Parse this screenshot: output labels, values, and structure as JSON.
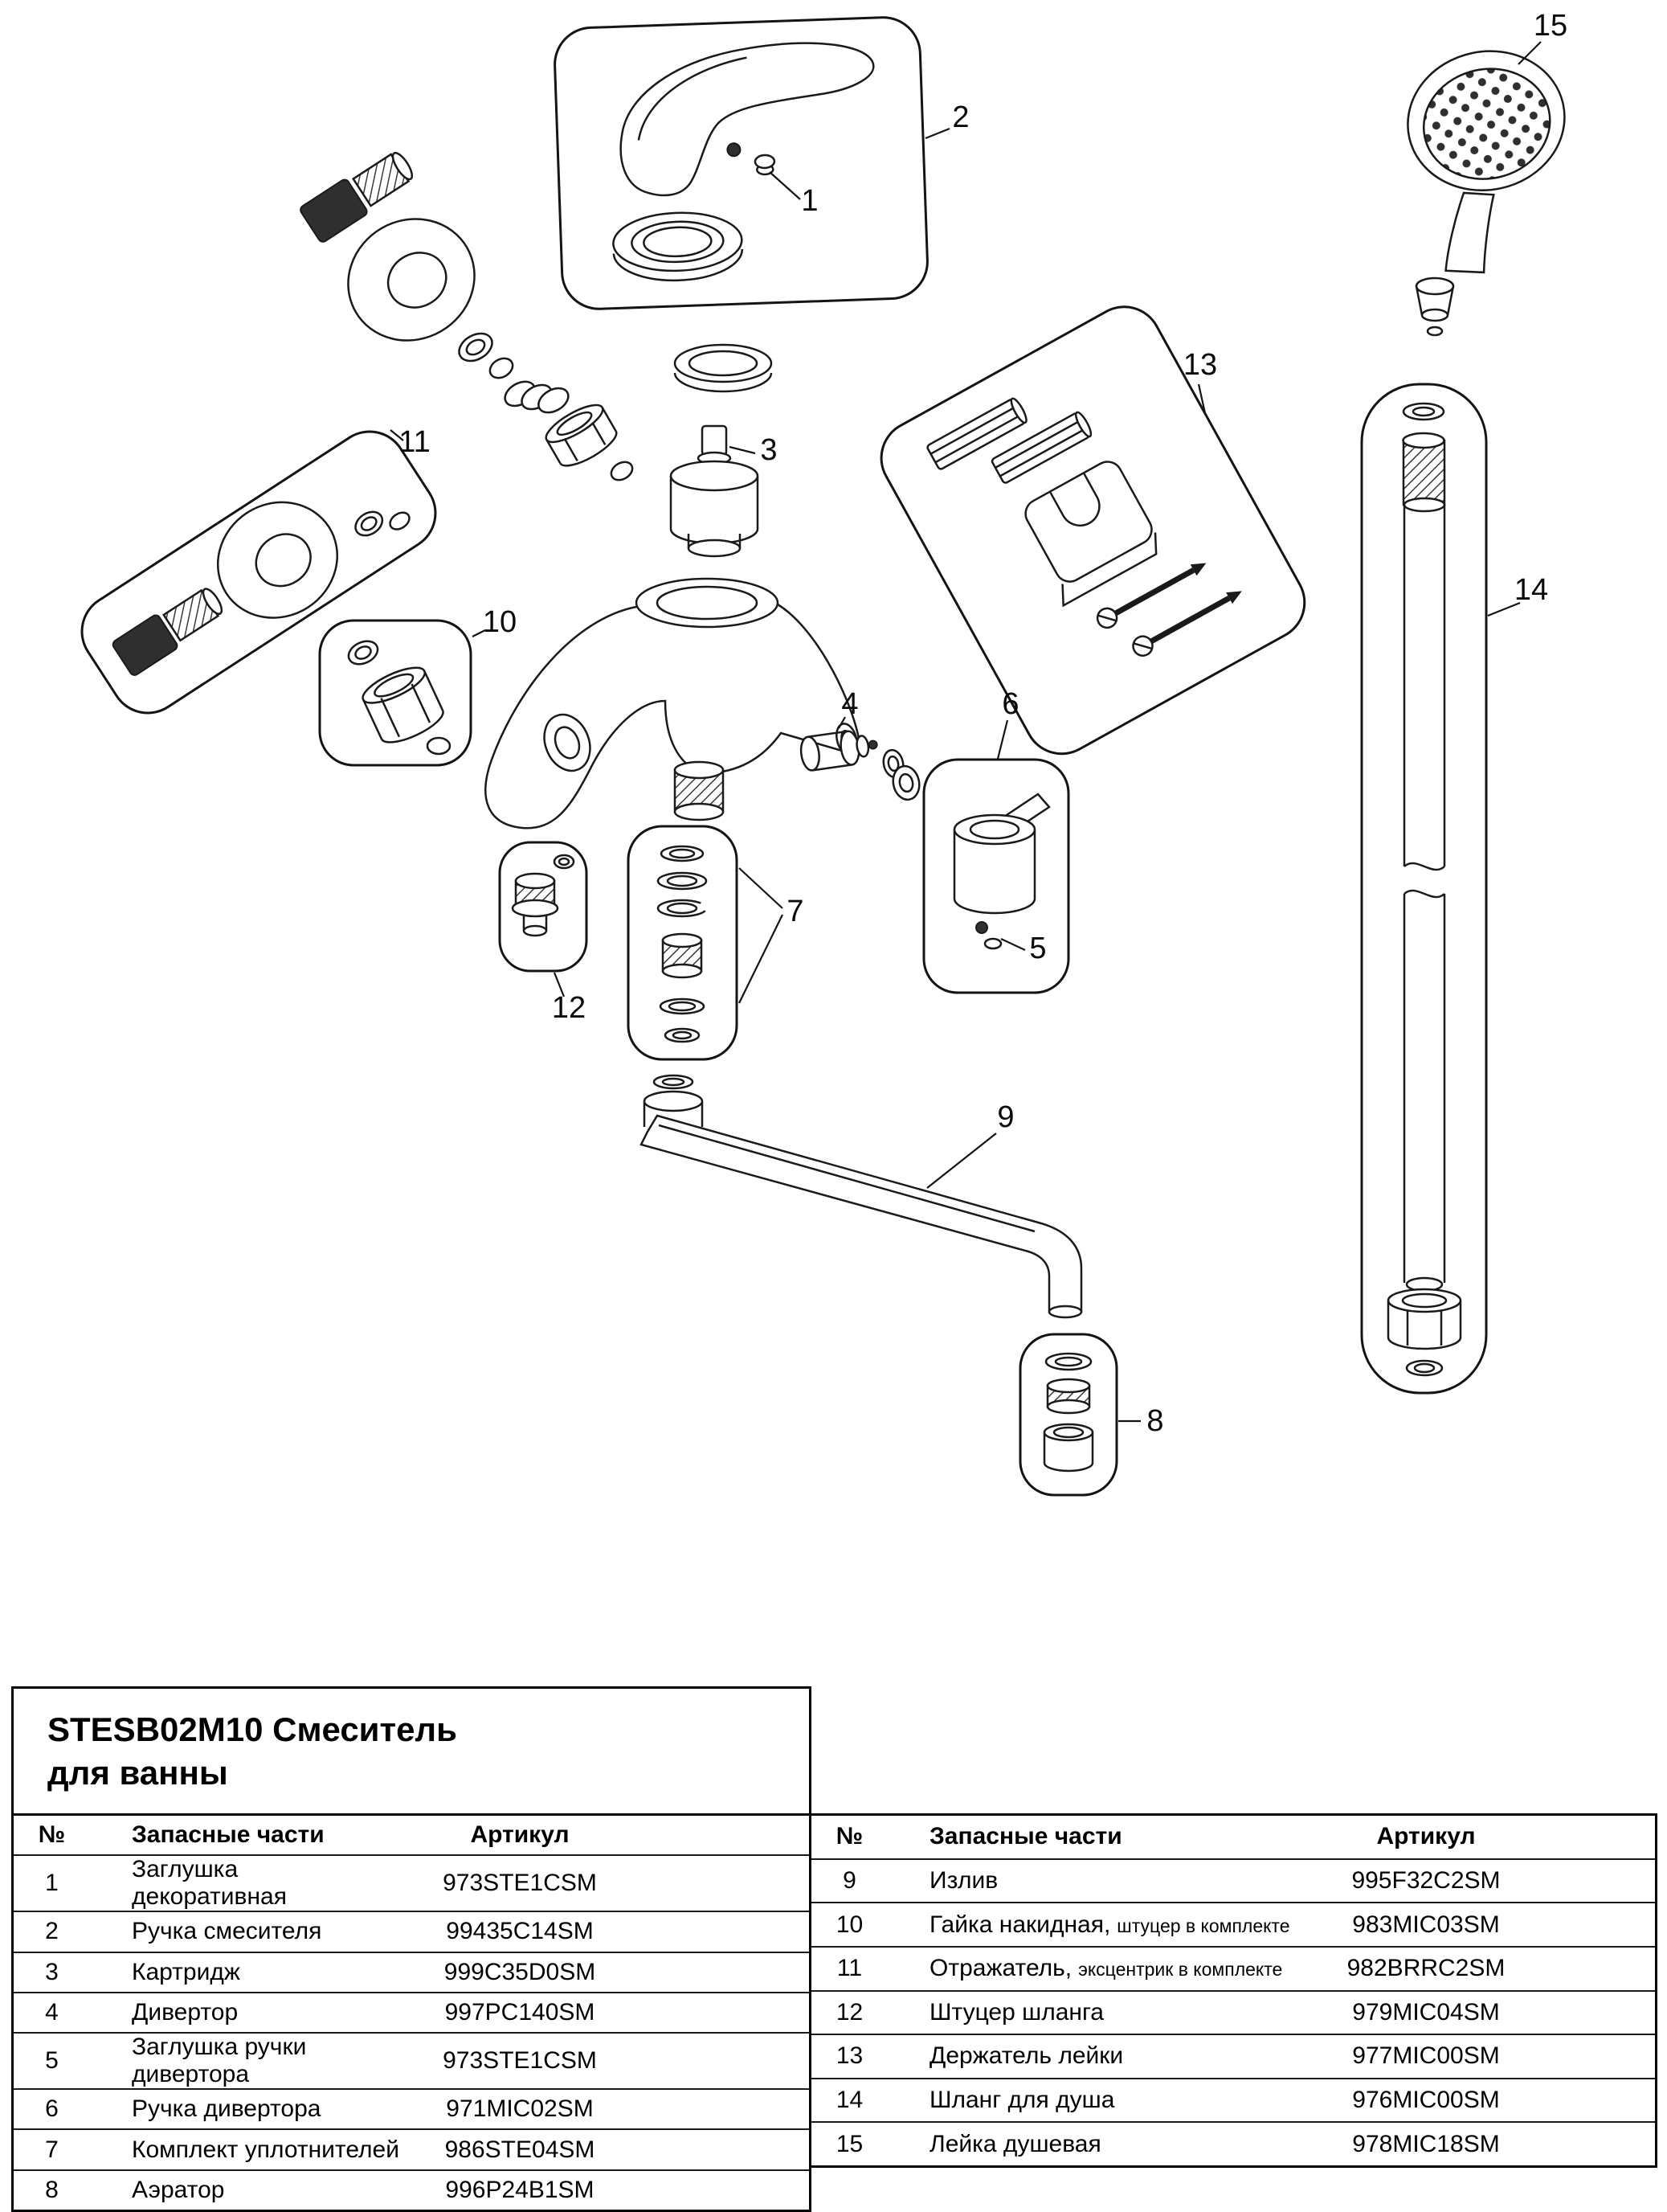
{
  "title": {
    "line1": "STESB02M10 Смеситель",
    "line2": "для ванны"
  },
  "diagram": {
    "callout_labels": [
      "1",
      "2",
      "3",
      "4",
      "5",
      "6",
      "7",
      "8",
      "9",
      "10",
      "11",
      "12",
      "13",
      "14",
      "15"
    ]
  },
  "table": {
    "headers": {
      "num": "№",
      "parts": "Запасные части",
      "article": "Артикул"
    },
    "left_rows": [
      {
        "num": "1",
        "name": "Заглушка декоративная",
        "article": "973STE1CSM"
      },
      {
        "num": "2",
        "name": "Ручка смесителя",
        "article": "99435C14SM"
      },
      {
        "num": "3",
        "name": "Картридж",
        "article": "999C35D0SM"
      },
      {
        "num": "4",
        "name": "Дивертор",
        "article": "997PC140SM"
      },
      {
        "num": "5",
        "name": "Заглушка ручки дивертора",
        "article": "973STE1CSM"
      },
      {
        "num": "6",
        "name": "Ручка дивертора",
        "article": "971MIC02SM"
      },
      {
        "num": "7",
        "name": "Комплект уплотнителей",
        "article": "986STE04SM"
      },
      {
        "num": "8",
        "name": "Аэратор",
        "article": "996P24B1SM"
      }
    ],
    "right_rows": [
      {
        "num": "9",
        "name": "Излив",
        "article": "995F32C2SM"
      },
      {
        "num": "10",
        "name": "Гайка накидная,",
        "name_small": "штуцер в комплекте",
        "article": "983MIC03SM"
      },
      {
        "num": "11",
        "name": "Отражатель,",
        "name_small": "эксцентрик в комплекте",
        "article": "982BRRC2SM"
      },
      {
        "num": "12",
        "name": "Штуцер шланга",
        "article": "979MIC04SM"
      },
      {
        "num": "13",
        "name": "Держатель лейки",
        "article": "977MIC00SM"
      },
      {
        "num": "14",
        "name": "Шланг для душа",
        "article": "976MIC00SM"
      },
      {
        "num": "15",
        "name": "Лейка душевая",
        "article": "978MIC18SM"
      }
    ]
  }
}
